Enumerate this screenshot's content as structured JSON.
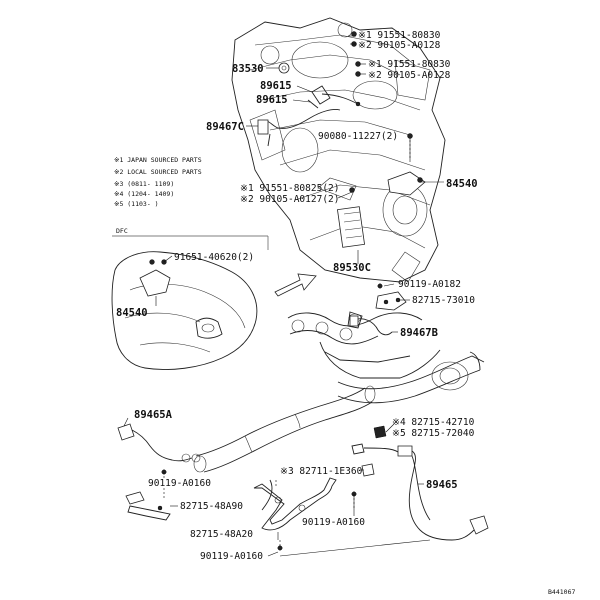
{
  "notes": {
    "n1": "※1 JAPAN SOURCED PARTS",
    "n2": "※2 LOCAL SOURCED PARTS",
    "n3": "※3 (0811-  1109)",
    "n4": "※4 (1204-  1409)",
    "n5": "※5 (1103-      )"
  },
  "inset": {
    "label": "DFC"
  },
  "labels": {
    "l_91551_80830_a": "※1 91551-80830",
    "l_90105_a0128_a": "※2 90105-A0128",
    "l_83530": "83530",
    "l_91551_80830_b": "※1 91551-80830",
    "l_90105_a0128_b": "※2 90105-A0128",
    "l_89615_a": "89615",
    "l_89615_b": "89615",
    "l_89467c": "89467C",
    "l_90080_11227": "90080-11227(2)",
    "l_84540_main": "84540",
    "l_91551_80825": "※1 91551-80825(2)",
    "l_90105_a0127": "※2 90105-A0127(2)",
    "l_91651_40620": "91651-40620(2)",
    "l_89530c": "89530C",
    "l_90119_a0182": "90119-A0182",
    "l_82715_73010": "82715-73010",
    "l_84540_inset": "84540",
    "l_89467b": "89467B",
    "l_89465a": "89465A",
    "l_82715_42710": "※4 82715-42710",
    "l_82715_72040": "※5 82715-72040",
    "l_90119_a0160_a": "90119-A0160",
    "l_82711_1e360": "※3 82711-1E360",
    "l_89465": "89465",
    "l_82715_48a90": "82715-48A90",
    "l_90119_a0160_b": "90119-A0160",
    "l_82715_48a20": "82715-48A20",
    "l_90119_a0160_c": "90119-A0160",
    "l_ref": "B441067"
  }
}
